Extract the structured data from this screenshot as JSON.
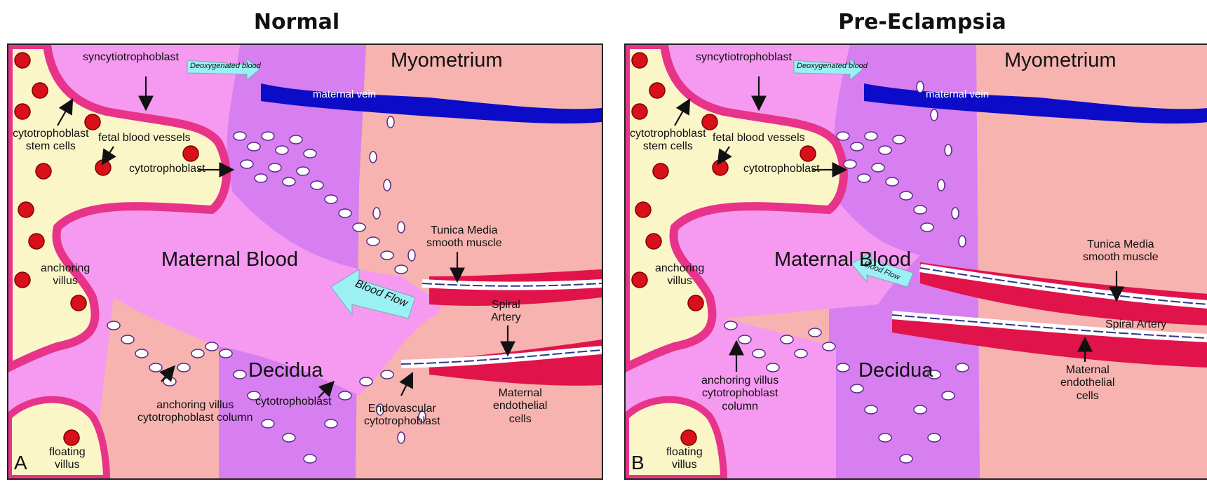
{
  "titles": {
    "left": "Normal",
    "right": "Pre-Eclampsia"
  },
  "colors": {
    "villus": "#fbf6c8",
    "syncytio": "#e8338a",
    "maternal_blood": "#f59af0",
    "decidua": "#d77ef0",
    "myometrium": "#f6b3b0",
    "vein": "#0c0cc8",
    "artery_muscle": "#e0144a",
    "blood_vessel_dot": "#d8101a",
    "arrow_flow": "#9bf0f4"
  },
  "panel_a": {
    "letter": "A",
    "labels": {
      "syncytiotrophoblast": "syncytiotrophoblast",
      "deoxygenated_blood": "Deoxygenated blood",
      "maternal_vein": "maternal vein",
      "myometrium": "Myometrium",
      "cyto_stem_1": "cytotrophoblast",
      "cyto_stem_2": "stem cells",
      "fetal_blood_vessels": "fetal blood vessels",
      "cytotrophoblast": "cytotrophoblast",
      "tunica_media_1": "Tunica Media",
      "tunica_media_2": "smooth muscle",
      "maternal_blood": "Maternal Blood",
      "blood_flow": "Blood Flow",
      "anchoring_villus_1": "anchoring",
      "anchoring_villus_2": "villus",
      "spiral_artery_1": "Spiral",
      "spiral_artery_2": "Artery",
      "decidua": "Decidua",
      "cytotrophoblast_2": "cytotrophoblast",
      "anchoring_column_1": "anchoring villus",
      "anchoring_column_2": "cytotrophoblast column",
      "endovascular_1": "Endovascular",
      "endovascular_2": "cytotrophoblast",
      "endothelial_1": "Maternal",
      "endothelial_2": "endothelial",
      "endothelial_3": "cells",
      "floating_villus_1": "floating",
      "floating_villus_2": "villus"
    }
  },
  "panel_b": {
    "letter": "B",
    "labels": {
      "syncytiotrophoblast": "syncytiotrophoblast",
      "deoxygenated_blood": "Deoxygenated blood",
      "maternal_vein": "maternal vein",
      "myometrium": "Myometrium",
      "cyto_stem_1": "cytotrophoblast",
      "cyto_stem_2": "stem cells",
      "fetal_blood_vessels": "fetal blood vessels",
      "cytotrophoblast": "cytotrophoblast",
      "tunica_media_1": "Tunica Media",
      "tunica_media_2": "smooth muscle",
      "maternal_blood": "Maternal Blood",
      "blood_flow": "Blood Flow",
      "anchoring_villus_1": "anchoring",
      "anchoring_villus_2": "villus",
      "spiral_artery": "Spiral Artery",
      "decidua": "Decidua",
      "anchoring_column_1": "anchoring villus",
      "anchoring_column_2": "cytotrophoblast",
      "anchoring_column_3": "column",
      "endothelial_1": "Maternal",
      "endothelial_2": "endothelial",
      "endothelial_3": "cells",
      "floating_villus_1": "floating",
      "floating_villus_2": "villus"
    }
  }
}
